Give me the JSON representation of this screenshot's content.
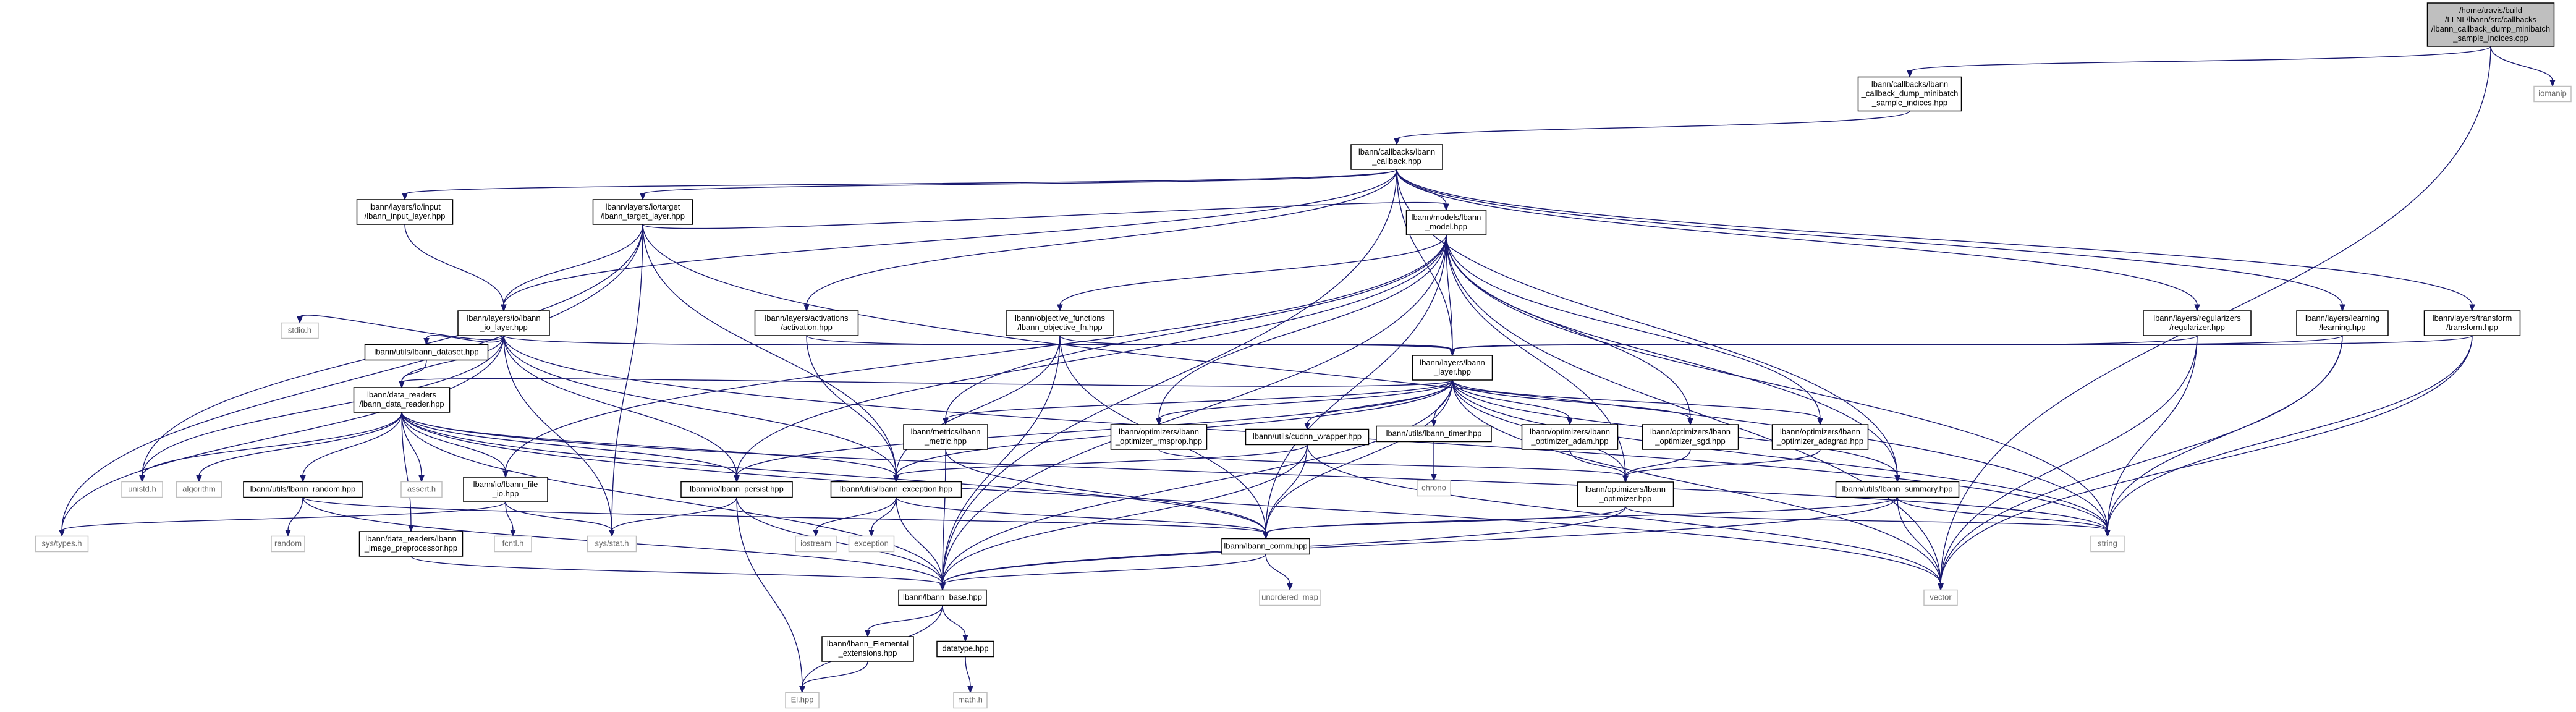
{
  "graph": {
    "edge_color": "#191970",
    "root_fill": "#bfbfbf",
    "node_fill": "#ffffff",
    "system_node_text_color": "#666666",
    "nodes": [
      {
        "id": "root",
        "lines": [
          "/home/travis/build",
          "/LLNL/lbann/src/callbacks",
          "/lbann_callback_dump_minibatch",
          "_sample_indices.cpp"
        ],
        "kind": "root"
      },
      {
        "id": "dump",
        "lines": [
          "lbann/callbacks/lbann",
          "_callback_dump_minibatch",
          "_sample_indices.hpp"
        ],
        "kind": "file"
      },
      {
        "id": "iomanip",
        "lines": [
          "iomanip"
        ],
        "kind": "system"
      },
      {
        "id": "cb",
        "lines": [
          "lbann/callbacks/lbann",
          "_callback.hpp"
        ],
        "kind": "file"
      },
      {
        "id": "input",
        "lines": [
          "lbann/layers/io/input",
          "/lbann_input_layer.hpp"
        ],
        "kind": "file"
      },
      {
        "id": "target",
        "lines": [
          "lbann/layers/io/target",
          "/lbann_target_layer.hpp"
        ],
        "kind": "file"
      },
      {
        "id": "model",
        "lines": [
          "lbann/models/lbann",
          "_model.hpp"
        ],
        "kind": "file"
      },
      {
        "id": "iolayer",
        "lines": [
          "lbann/layers/io/lbann",
          "_io_layer.hpp"
        ],
        "kind": "file"
      },
      {
        "id": "activation",
        "lines": [
          "lbann/layers/activations",
          "/activation.hpp"
        ],
        "kind": "file"
      },
      {
        "id": "objfn",
        "lines": [
          "lbann/objective_functions",
          "/lbann_objective_fn.hpp"
        ],
        "kind": "file"
      },
      {
        "id": "regularizer",
        "lines": [
          "lbann/layers/regularizers",
          "/regularizer.hpp"
        ],
        "kind": "file"
      },
      {
        "id": "learning",
        "lines": [
          "lbann/layers/learning",
          "/learning.hpp"
        ],
        "kind": "file"
      },
      {
        "id": "transform",
        "lines": [
          "lbann/layers/transform",
          "/transform.hpp"
        ],
        "kind": "file"
      },
      {
        "id": "stdio",
        "lines": [
          "stdio.h"
        ],
        "kind": "system"
      },
      {
        "id": "dataset",
        "lines": [
          "lbann/utils/lbann_dataset.hpp"
        ],
        "kind": "file"
      },
      {
        "id": "layer",
        "lines": [
          "lbann/layers/lbann",
          "_layer.hpp"
        ],
        "kind": "file"
      },
      {
        "id": "datareader",
        "lines": [
          "lbann/data_readers",
          "/lbann_data_reader.hpp"
        ],
        "kind": "file"
      },
      {
        "id": "metric",
        "lines": [
          "lbann/metrics/lbann",
          "_metric.hpp"
        ],
        "kind": "file"
      },
      {
        "id": "rmsprop",
        "lines": [
          "lbann/optimizers/lbann",
          "_optimizer_rmsprop.hpp"
        ],
        "kind": "file"
      },
      {
        "id": "cudnn",
        "lines": [
          "lbann/utils/cudnn_wrapper.hpp"
        ],
        "kind": "file"
      },
      {
        "id": "timer",
        "lines": [
          "lbann/utils/lbann_timer.hpp"
        ],
        "kind": "file"
      },
      {
        "id": "adam",
        "lines": [
          "lbann/optimizers/lbann",
          "_optimizer_adam.hpp"
        ],
        "kind": "file"
      },
      {
        "id": "sgd",
        "lines": [
          "lbann/optimizers/lbann",
          "_optimizer_sgd.hpp"
        ],
        "kind": "file"
      },
      {
        "id": "adagrad",
        "lines": [
          "lbann/optimizers/lbann",
          "_optimizer_adagrad.hpp"
        ],
        "kind": "file"
      },
      {
        "id": "unistd",
        "lines": [
          "unistd.h"
        ],
        "kind": "system"
      },
      {
        "id": "algorithm",
        "lines": [
          "algorithm"
        ],
        "kind": "system"
      },
      {
        "id": "random_hpp",
        "lines": [
          "lbann/utils/lbann_random.hpp"
        ],
        "kind": "file"
      },
      {
        "id": "assert",
        "lines": [
          "assert.h"
        ],
        "kind": "system"
      },
      {
        "id": "file_io",
        "lines": [
          "lbann/io/lbann_file",
          "_io.hpp"
        ],
        "kind": "file"
      },
      {
        "id": "persist",
        "lines": [
          "lbann/io/lbann_persist.hpp"
        ],
        "kind": "file"
      },
      {
        "id": "exception",
        "lines": [
          "lbann/utils/lbann_exception.hpp"
        ],
        "kind": "file"
      },
      {
        "id": "chrono",
        "lines": [
          "chrono"
        ],
        "kind": "system"
      },
      {
        "id": "optimizer",
        "lines": [
          "lbann/optimizers/lbann",
          "_optimizer.hpp"
        ],
        "kind": "file"
      },
      {
        "id": "summary",
        "lines": [
          "lbann/utils/lbann_summary.hpp"
        ],
        "kind": "file"
      },
      {
        "id": "systypes",
        "lines": [
          "sys/types.h"
        ],
        "kind": "system"
      },
      {
        "id": "random",
        "lines": [
          "random"
        ],
        "kind": "system"
      },
      {
        "id": "imgpre",
        "lines": [
          "lbann/data_readers/lbann",
          "_image_preprocessor.hpp"
        ],
        "kind": "file"
      },
      {
        "id": "fcntl",
        "lines": [
          "fcntl.h"
        ],
        "kind": "system"
      },
      {
        "id": "sysstat",
        "lines": [
          "sys/stat.h"
        ],
        "kind": "system"
      },
      {
        "id": "iostream",
        "lines": [
          "iostream"
        ],
        "kind": "system"
      },
      {
        "id": "exception_std",
        "lines": [
          "exception"
        ],
        "kind": "system"
      },
      {
        "id": "comm",
        "lines": [
          "lbann/lbann_comm.hpp"
        ],
        "kind": "file"
      },
      {
        "id": "string",
        "lines": [
          "string"
        ],
        "kind": "system"
      },
      {
        "id": "base",
        "lines": [
          "lbann/lbann_base.hpp"
        ],
        "kind": "file"
      },
      {
        "id": "unordered_map",
        "lines": [
          "unordered_map"
        ],
        "kind": "system"
      },
      {
        "id": "vector",
        "lines": [
          "vector"
        ],
        "kind": "system"
      },
      {
        "id": "elemext",
        "lines": [
          "lbann/lbann_Elemental",
          "_extensions.hpp"
        ],
        "kind": "file"
      },
      {
        "id": "datatype",
        "lines": [
          "datatype.hpp"
        ],
        "kind": "file"
      },
      {
        "id": "el",
        "lines": [
          "El.hpp"
        ],
        "kind": "system"
      },
      {
        "id": "math",
        "lines": [
          "math.h"
        ],
        "kind": "system"
      }
    ],
    "edges": [
      [
        "root",
        "dump"
      ],
      [
        "root",
        "iomanip"
      ],
      [
        "root",
        "vector"
      ],
      [
        "dump",
        "cb"
      ],
      [
        "cb",
        "input"
      ],
      [
        "cb",
        "target"
      ],
      [
        "cb",
        "model"
      ],
      [
        "cb",
        "iolayer"
      ],
      [
        "cb",
        "activation"
      ],
      [
        "cb",
        "layer"
      ],
      [
        "cb",
        "regularizer"
      ],
      [
        "cb",
        "learning"
      ],
      [
        "cb",
        "transform"
      ],
      [
        "cb",
        "summary"
      ],
      [
        "cb",
        "base"
      ],
      [
        "input",
        "iolayer"
      ],
      [
        "target",
        "iolayer"
      ],
      [
        "target",
        "model"
      ],
      [
        "target",
        "exception"
      ],
      [
        "target",
        "systypes"
      ],
      [
        "target",
        "unistd"
      ],
      [
        "target",
        "sysstat"
      ],
      [
        "target",
        "string"
      ],
      [
        "model",
        "layer"
      ],
      [
        "model",
        "objfn"
      ],
      [
        "model",
        "metric"
      ],
      [
        "model",
        "rmsprop"
      ],
      [
        "model",
        "sgd"
      ],
      [
        "model",
        "adagrad"
      ],
      [
        "model",
        "optimizer"
      ],
      [
        "model",
        "summary"
      ],
      [
        "model",
        "persist"
      ],
      [
        "model",
        "file_io"
      ],
      [
        "model",
        "comm"
      ],
      [
        "model",
        "base"
      ],
      [
        "model",
        "string"
      ],
      [
        "model",
        "vector"
      ],
      [
        "iolayer",
        "layer"
      ],
      [
        "iolayer",
        "stdio"
      ],
      [
        "iolayer",
        "dataset"
      ],
      [
        "iolayer",
        "datareader"
      ],
      [
        "iolayer",
        "persist"
      ],
      [
        "iolayer",
        "exception"
      ],
      [
        "iolayer",
        "unistd"
      ],
      [
        "iolayer",
        "systypes"
      ],
      [
        "iolayer",
        "sysstat"
      ],
      [
        "iolayer",
        "string"
      ],
      [
        "activation",
        "layer"
      ],
      [
        "activation",
        "exception"
      ],
      [
        "objfn",
        "layer"
      ],
      [
        "objfn",
        "exception"
      ],
      [
        "objfn",
        "comm"
      ],
      [
        "objfn",
        "base"
      ],
      [
        "regularizer",
        "layer"
      ],
      [
        "regularizer",
        "string"
      ],
      [
        "regularizer",
        "vector"
      ],
      [
        "learning",
        "layer"
      ],
      [
        "learning",
        "string"
      ],
      [
        "learning",
        "vector"
      ],
      [
        "transform",
        "layer"
      ],
      [
        "transform",
        "string"
      ],
      [
        "transform",
        "vector"
      ],
      [
        "dataset",
        "datareader"
      ],
      [
        "layer",
        "datareader"
      ],
      [
        "layer",
        "metric"
      ],
      [
        "layer",
        "rmsprop"
      ],
      [
        "layer",
        "cudnn"
      ],
      [
        "layer",
        "timer"
      ],
      [
        "layer",
        "adam"
      ],
      [
        "layer",
        "sgd"
      ],
      [
        "layer",
        "adagrad"
      ],
      [
        "layer",
        "optimizer"
      ],
      [
        "layer",
        "summary"
      ],
      [
        "layer",
        "persist"
      ],
      [
        "layer",
        "exception"
      ],
      [
        "layer",
        "comm"
      ],
      [
        "layer",
        "base"
      ],
      [
        "layer",
        "string"
      ],
      [
        "layer",
        "vector"
      ],
      [
        "datareader",
        "unistd"
      ],
      [
        "datareader",
        "algorithm"
      ],
      [
        "datareader",
        "random_hpp"
      ],
      [
        "datareader",
        "assert"
      ],
      [
        "datareader",
        "file_io"
      ],
      [
        "datareader",
        "persist"
      ],
      [
        "datareader",
        "exception"
      ],
      [
        "datareader",
        "imgpre"
      ],
      [
        "datareader",
        "comm"
      ],
      [
        "datareader",
        "base"
      ],
      [
        "datareader",
        "string"
      ],
      [
        "datareader",
        "vector"
      ],
      [
        "metric",
        "comm"
      ],
      [
        "metric",
        "base"
      ],
      [
        "rmsprop",
        "optimizer"
      ],
      [
        "cudnn",
        "comm"
      ],
      [
        "cudnn",
        "base"
      ],
      [
        "cudnn",
        "exception"
      ],
      [
        "cudnn",
        "vector"
      ],
      [
        "timer",
        "chrono"
      ],
      [
        "adam",
        "optimizer"
      ],
      [
        "sgd",
        "optimizer"
      ],
      [
        "adagrad",
        "optimizer"
      ],
      [
        "random_hpp",
        "random"
      ],
      [
        "random_hpp",
        "comm"
      ],
      [
        "random_hpp",
        "base"
      ],
      [
        "file_io",
        "systypes"
      ],
      [
        "file_io",
        "fcntl"
      ],
      [
        "file_io",
        "sysstat"
      ],
      [
        "persist",
        "sysstat"
      ],
      [
        "persist",
        "base"
      ],
      [
        "persist",
        "el"
      ],
      [
        "exception",
        "iostream"
      ],
      [
        "exception",
        "exception_std"
      ],
      [
        "exception",
        "comm"
      ],
      [
        "exception",
        "base"
      ],
      [
        "optimizer",
        "comm"
      ],
      [
        "optimizer",
        "base"
      ],
      [
        "optimizer",
        "string"
      ],
      [
        "summary",
        "comm"
      ],
      [
        "summary",
        "base"
      ],
      [
        "summary",
        "string"
      ],
      [
        "summary",
        "vector"
      ],
      [
        "imgpre",
        "base"
      ],
      [
        "comm",
        "base"
      ],
      [
        "comm",
        "unordered_map"
      ],
      [
        "base",
        "elemext"
      ],
      [
        "base",
        "datatype"
      ],
      [
        "base",
        "el"
      ],
      [
        "elemext",
        "el"
      ],
      [
        "datatype",
        "math"
      ]
    ]
  }
}
